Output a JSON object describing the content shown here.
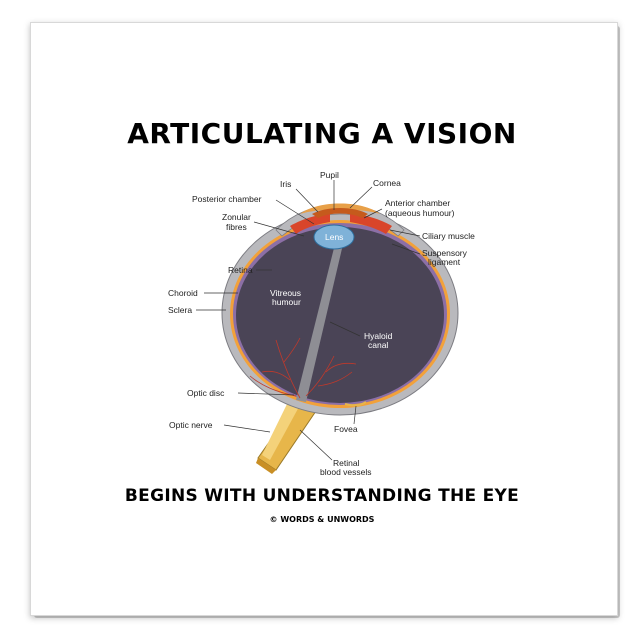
{
  "title": "ARTICULATING A VISION",
  "subtitle": "BEGINS WITH UNDERSTANDING THE EYE",
  "copyright": "© WORDS & UNWORDS",
  "labels": {
    "pupil": "Pupil",
    "iris": "Iris",
    "cornea": "Cornea",
    "posterior_chamber": "Posterior chamber",
    "anterior_chamber_1": "Anterior chamber",
    "anterior_chamber_2": "(aqueous humour)",
    "zonular_1": "Zonular",
    "zonular_2": "fibres",
    "lens": "Lens",
    "ciliary_muscle": "Ciliary muscle",
    "suspensory_1": "Suspensory",
    "suspensory_2": "ligament",
    "retina": "Retina",
    "choroid": "Choroid",
    "sclera": "Sclera",
    "vitreous_1": "Vitreous",
    "vitreous_2": "humour",
    "hyaloid_1": "Hyaloid",
    "hyaloid_2": "canal",
    "optic_disc": "Optic disc",
    "optic_nerve": "Optic nerve",
    "fovea": "Fovea",
    "retinal_1": "Retinal",
    "retinal_2": "blood vessels"
  },
  "colors": {
    "vitreous": "#4a4456",
    "sclera": "#b9b9bd",
    "choroid": "#f2a13a",
    "retina": "#8c6fa6",
    "lens": "#7fb2d8",
    "nerve": "#e7b64a",
    "vessels": "#c0392b"
  }
}
